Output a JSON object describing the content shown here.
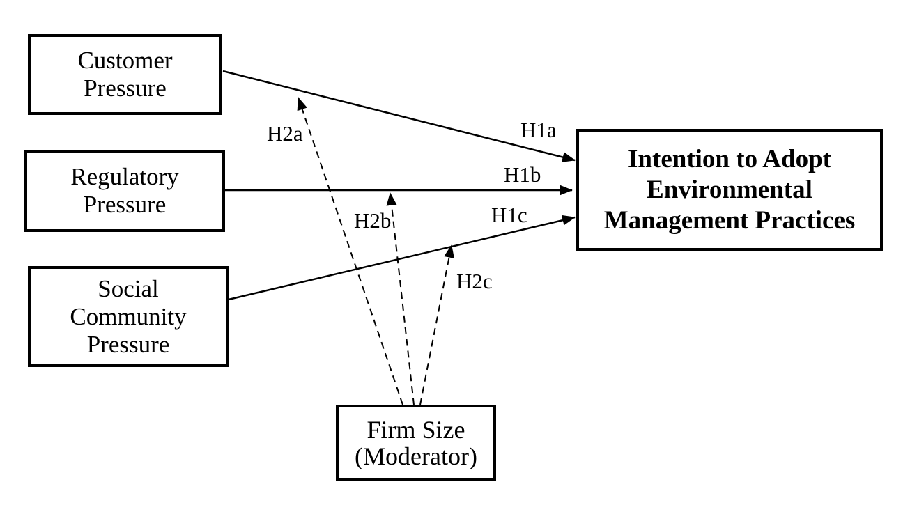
{
  "diagram": {
    "background_color": "#ffffff",
    "line_color": "#000000",
    "nodes": [
      {
        "id": "customer-pressure",
        "lines": [
          "Customer",
          "Pressure"
        ]
      },
      {
        "id": "regulatory-pressure",
        "lines": [
          "Regulatory",
          "Pressure"
        ]
      },
      {
        "id": "social-community-pressure",
        "lines": [
          "Social",
          "Community",
          "Pressure"
        ]
      },
      {
        "id": "firm-size-moderator",
        "lines": [
          "Firm Size",
          "(Moderator)"
        ]
      },
      {
        "id": "intention-to-adopt",
        "lines": [
          "Intention to Adopt",
          "Environmental",
          "Management Practices"
        ],
        "bold": true
      }
    ],
    "edges": [
      {
        "id": "h1a",
        "label": "H1a",
        "style": "solid",
        "from": "customer-pressure",
        "to": "intention-to-adopt"
      },
      {
        "id": "h1b",
        "label": "H1b",
        "style": "solid",
        "from": "regulatory-pressure",
        "to": "intention-to-adopt"
      },
      {
        "id": "h1c",
        "label": "H1c",
        "style": "solid",
        "from": "social-community-pressure",
        "to": "intention-to-adopt"
      },
      {
        "id": "h2a",
        "label": "H2a",
        "style": "dashed",
        "from": "firm-size-moderator",
        "to": "h1a"
      },
      {
        "id": "h2b",
        "label": "H2b",
        "style": "dashed",
        "from": "firm-size-moderator",
        "to": "h1b"
      },
      {
        "id": "h2c",
        "label": "H2c",
        "style": "dashed",
        "from": "firm-size-moderator",
        "to": "h1c"
      }
    ]
  }
}
